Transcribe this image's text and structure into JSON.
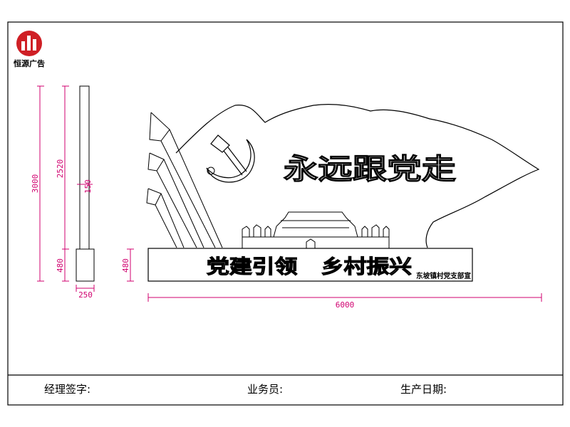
{
  "logo": {
    "text": "恒源广告",
    "brand_color": "#cf1f25"
  },
  "sign": {
    "headline": "永远跟党走",
    "slogan": "党建引领   乡村振兴",
    "village": "东坡镇村党支部宣"
  },
  "dimensions": {
    "total_height": "3000",
    "upper_height": "2520",
    "post_width": "150",
    "base_height_side": "480",
    "base_height_front": "480",
    "base_width_side": "250",
    "total_width": "6000"
  },
  "footer": {
    "manager_label": "经理签字:",
    "salesperson_label": "业务员:",
    "date_label": "生产日期:"
  },
  "colors": {
    "dimension": "#d0006f",
    "line": "#000000"
  }
}
